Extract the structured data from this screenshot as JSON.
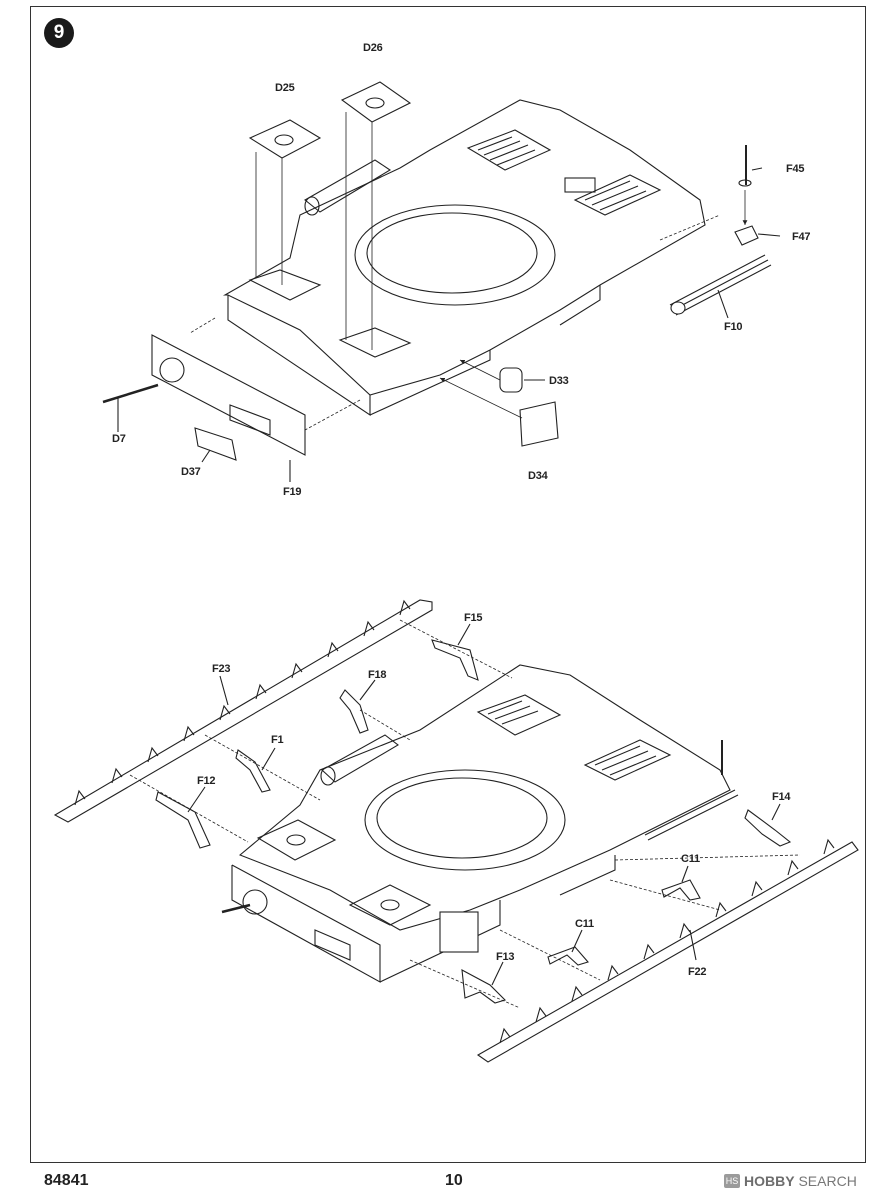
{
  "step": {
    "number": "9"
  },
  "upper_labels": {
    "d26": "D26",
    "d25": "D25",
    "f45": "F45",
    "f47": "F47",
    "f10": "F10",
    "d33": "D33",
    "d7": "D7",
    "d34": "D34",
    "d37": "D37",
    "f19": "F19"
  },
  "lower_labels": {
    "f15": "F15",
    "f23": "F23",
    "f18": "F18",
    "f1": "F1",
    "f12": "F12",
    "f14": "F14",
    "c11a": "C11",
    "c11b": "C11",
    "f13": "F13",
    "f22": "F22"
  },
  "footer": {
    "kit_number": "84841",
    "page_number": "10",
    "watermark_logo": "HS",
    "watermark_brand": "HOBBY",
    "watermark_word": "SEARCH"
  }
}
